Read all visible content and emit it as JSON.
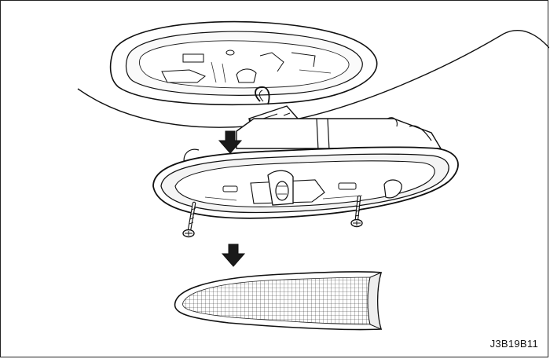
{
  "figure": {
    "code": "J3B19B11"
  },
  "parts": [
    {
      "icon": "headliner-opening"
    },
    {
      "icon": "dome-lamp-housing"
    },
    {
      "icon": "wiring-connector"
    },
    {
      "icon": "mounting-screw"
    },
    {
      "icon": "mounting-screw"
    },
    {
      "icon": "lamp-lens"
    }
  ],
  "arrows": [
    {
      "icon": "down-arrow-icon"
    },
    {
      "icon": "down-arrow-icon"
    }
  ]
}
